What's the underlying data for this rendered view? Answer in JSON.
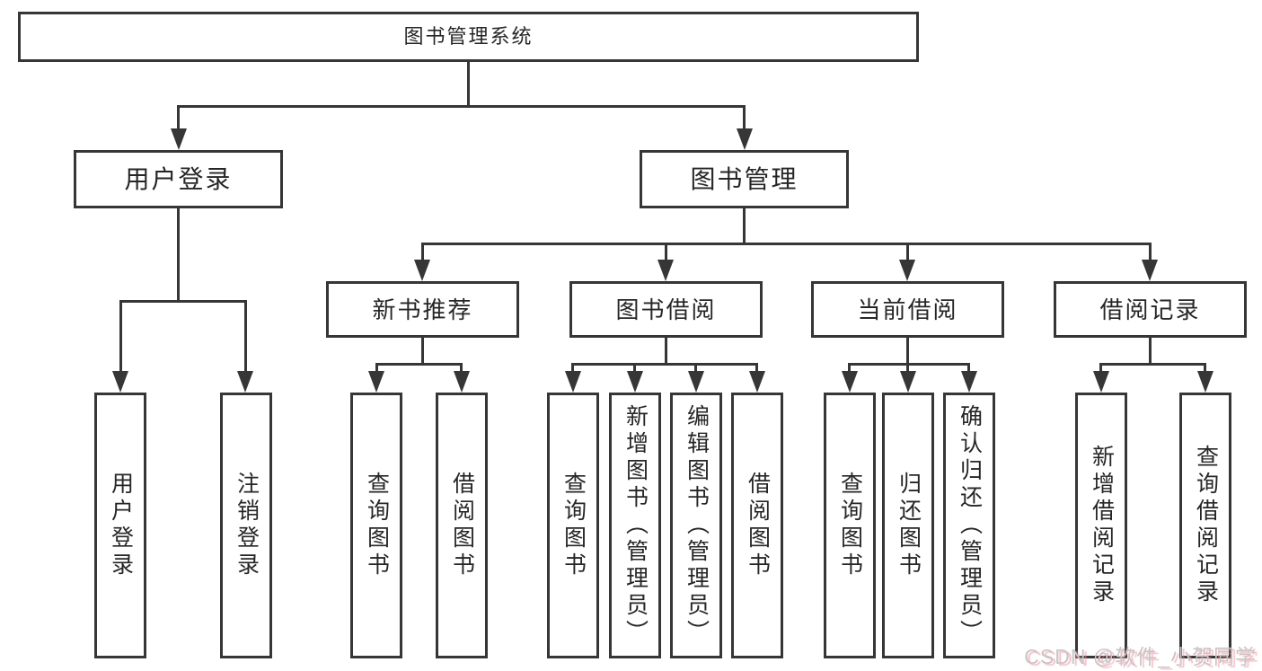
{
  "diagram": {
    "root": {
      "label": "图书管理系统"
    },
    "branches": [
      {
        "label": "用户登录",
        "children": [
          {
            "label": "用户登录"
          },
          {
            "label": "注销登录"
          }
        ]
      },
      {
        "label": "图书管理",
        "children": [
          {
            "label": "新书推荐",
            "children": [
              {
                "label": "查询图书"
              },
              {
                "label": "借阅图书"
              }
            ]
          },
          {
            "label": "图书借阅",
            "children": [
              {
                "label": "查询图书"
              },
              {
                "label": "新增图书（管理员）"
              },
              {
                "label": "编辑图书（管理员）"
              },
              {
                "label": "借阅图书"
              }
            ]
          },
          {
            "label": "当前借阅",
            "children": [
              {
                "label": "查询图书"
              },
              {
                "label": "归还图书"
              },
              {
                "label": "确认归还（管理员）"
              }
            ]
          },
          {
            "label": "借阅记录",
            "children": [
              {
                "label": "新增借阅记录"
              },
              {
                "label": "查询借阅记录"
              }
            ]
          }
        ]
      }
    ]
  },
  "watermark": {
    "text": "CSDN @软件_小贺同学",
    "color": "#c6c6c6",
    "accent": "#f28b9b"
  },
  "colors": {
    "line": "#363636",
    "box_border": "#363636",
    "box_fill": "#ffffff",
    "text": "#262626",
    "background": "#ffffff"
  }
}
